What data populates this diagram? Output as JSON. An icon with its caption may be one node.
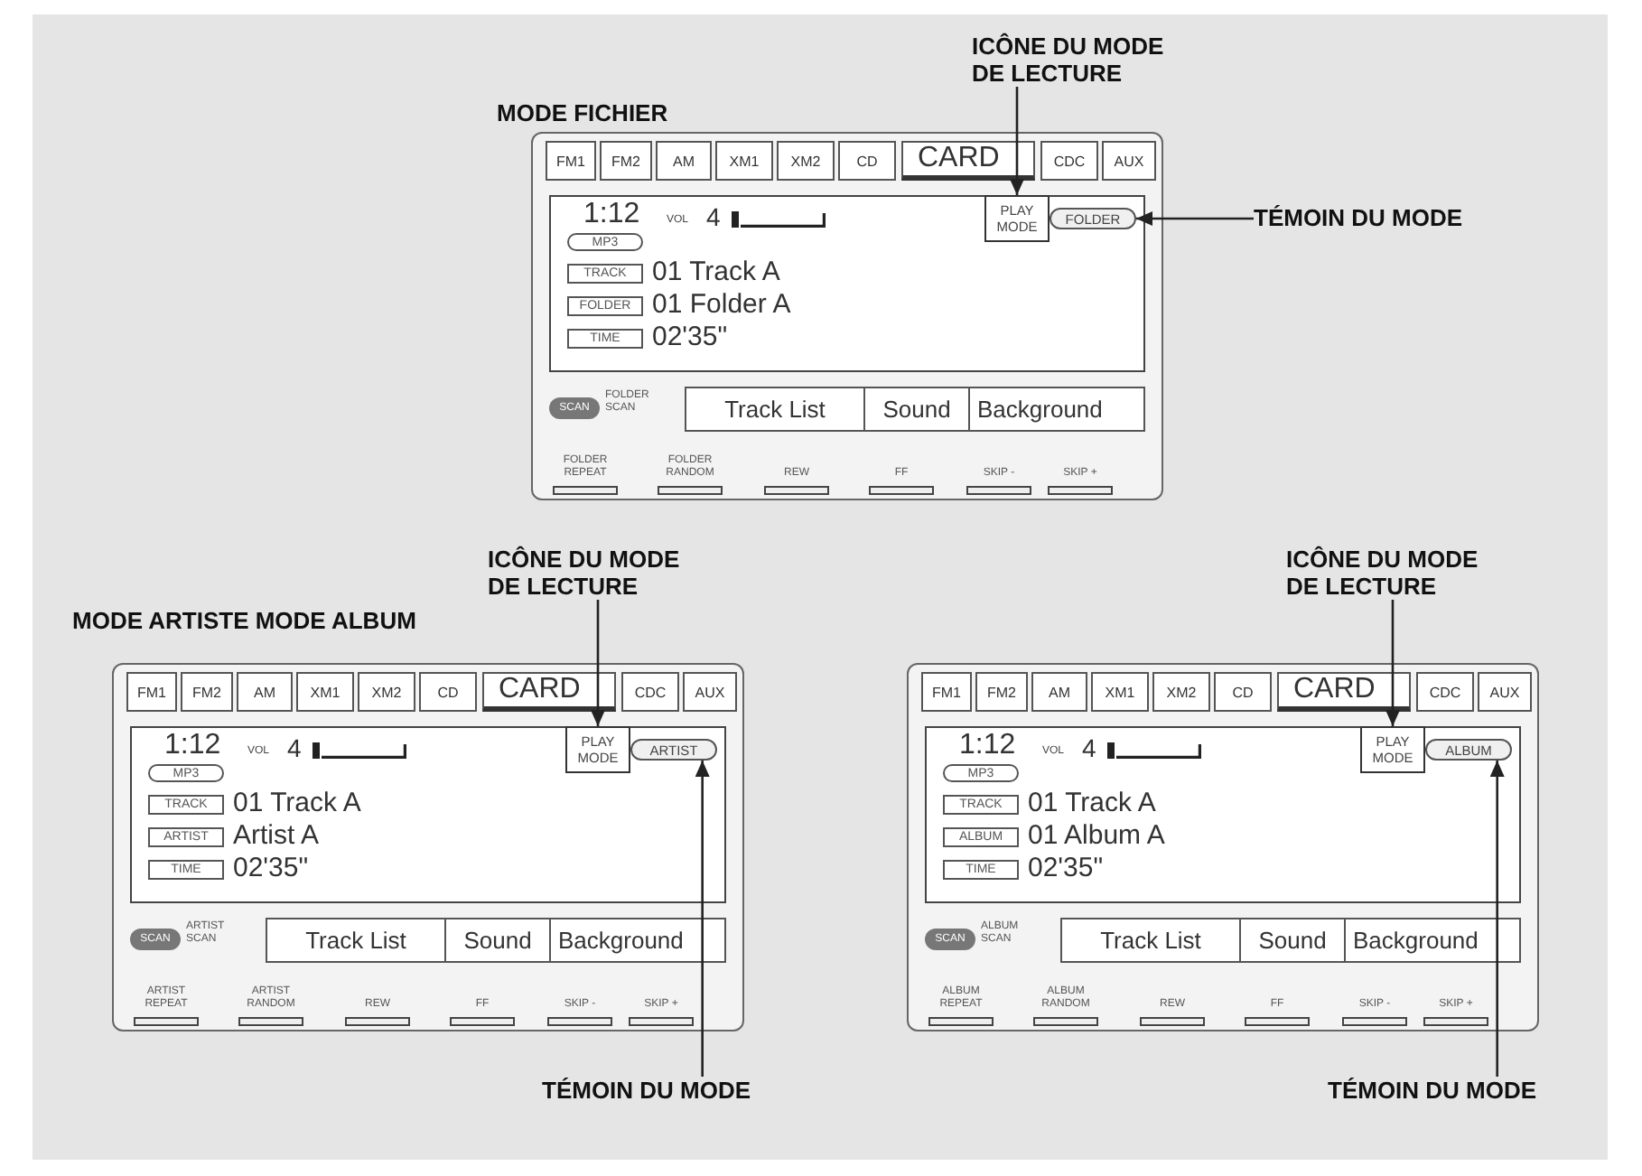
{
  "diagram": {
    "nodes": [
      {
        "text": [
          "ICÔNE DU MODE DE LECTURE"
        ]
      },
      {
        "text": [
          "MODE FICHIER"
        ]
      },
      {
        "text": [
          "PLAY MODE"
        ],
        "in": 1
      },
      {
        "text": [
          "FOLDER"
        ],
        "in": 1
      },
      {
        "text": [
          "TÉMOIN DU MODE"
        ]
      },
      {
        "text": [
          "MODE ARTISTE MODE ALBUM"
        ]
      },
      {
        "text": [
          "ICÔNE DU MODE DE LECTURE"
        ]
      },
      {
        "text": [
          "PLAY MODE"
        ],
        "in": 5
      },
      {
        "text": [
          "ARTIST"
        ],
        "in": 5
      },
      {
        "text": [
          "ICÔNE DU MODE DE LECTURE"
        ]
      },
      {
        "text": [],
        "shape": "box"
      },
      {
        "text": [
          "PLAY MODE"
        ],
        "in": 10
      },
      {
        "text": [
          "ALBUM"
        ],
        "in": 10
      },
      {
        "text": [
          "TÉMOIN DU MODE"
        ]
      },
      {
        "text": [
          "TÉMOIN DU MODE"
        ]
      }
    ],
    "edges": [
      {
        "from": 0,
        "to": 2,
        "arrow": "to"
      },
      {
        "from": 4,
        "to": 3,
        "arrow": "to"
      },
      {
        "from": 6,
        "to": 7,
        "arrow": "to"
      },
      {
        "from": 13,
        "to": 8,
        "arrow": "to"
      },
      {
        "from": 9,
        "to": 11,
        "arrow": "to"
      },
      {
        "from": 14,
        "to": 12,
        "arrow": "to"
      }
    ],
    "labels": [
      "FM1",
      "FM2",
      "AM",
      "XM1",
      "XM2",
      "CD",
      "CARD",
      "CDC",
      "AUX",
      "1:12",
      "VOL",
      "4",
      "MP3",
      "TRACK",
      "01 Track A",
      "FOLDER",
      "01 Folder A",
      "TIME",
      "02'35\"",
      "SCAN",
      "FOLDER SCAN",
      "Track List",
      "Sound",
      "Background",
      "FOLDER REPEAT",
      "FOLDER RANDOM",
      "REW",
      "FF",
      "SKIP -",
      "SKIP +",
      "FM1",
      "FM2",
      "AM",
      "XM1",
      "XM2",
      "CD",
      "CARD",
      "CDC",
      "AUX",
      "1:12",
      "VOL",
      "4",
      "MP3",
      "TRACK",
      "01 Track A",
      "ARTIST",
      "Artist A",
      "TIME",
      "02'35\"",
      "SCAN",
      "ARTIST SCAN",
      "Track List",
      "Sound",
      "Background",
      "ARTIST REPEAT",
      "ARTIST RANDOM",
      "REW",
      "FF",
      "SKIP -",
      "SKIP +",
      "FM1",
      "FM2",
      "AM",
      "XM1",
      "XM2",
      "CD",
      "CARD",
      "CDC",
      "AUX",
      "1:12",
      "VOL",
      "4",
      "MP3",
      "TRACK",
      "01 Track A",
      "ALBUM",
      "01 Album A",
      "TIME",
      "02'35\"",
      "SCAN",
      "ALBUM SCAN",
      "Track List",
      "Sound",
      "Background",
      "ALBUM REPEAT",
      "ALBUM RANDOM",
      "REW",
      "FF",
      "SKIP -",
      "SKIP +"
    ]
  }
}
